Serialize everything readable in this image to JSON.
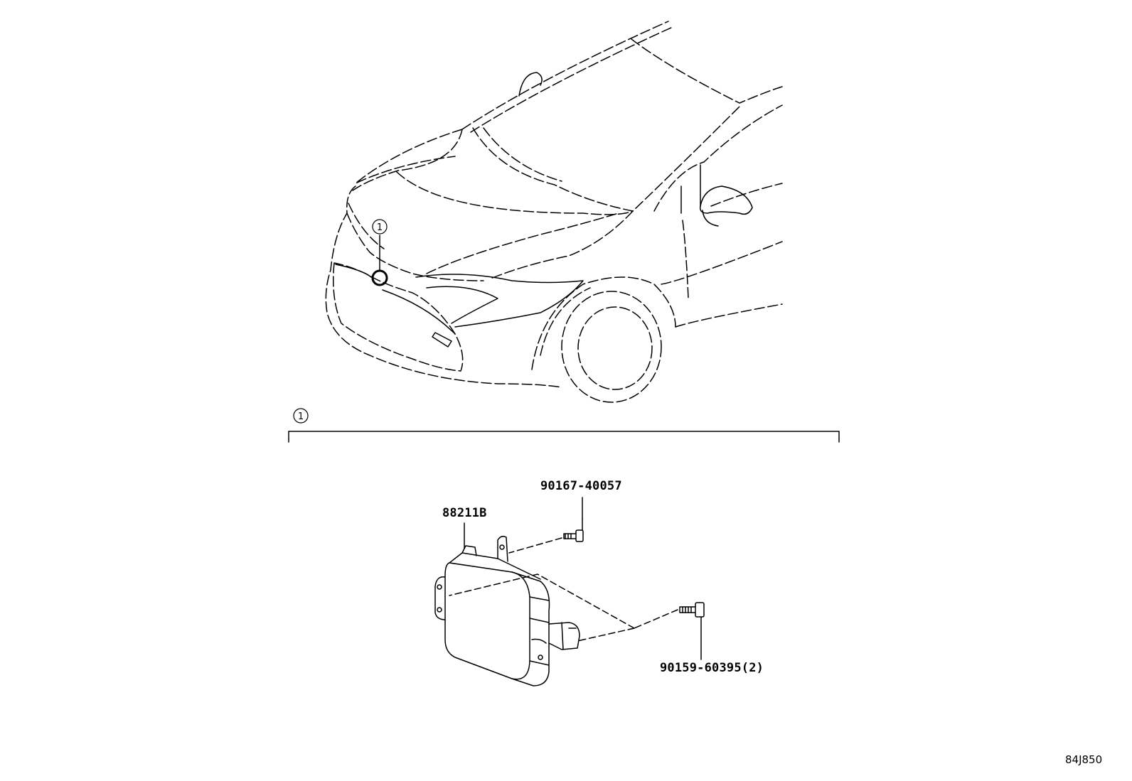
{
  "callouts": {
    "detail_ref": "1",
    "car_ref": "1"
  },
  "parts": {
    "module": "88211B",
    "upper_bolt": "90167-40057",
    "lower_bolt": "90159-60395(2)"
  },
  "diagram_code": "84J850"
}
